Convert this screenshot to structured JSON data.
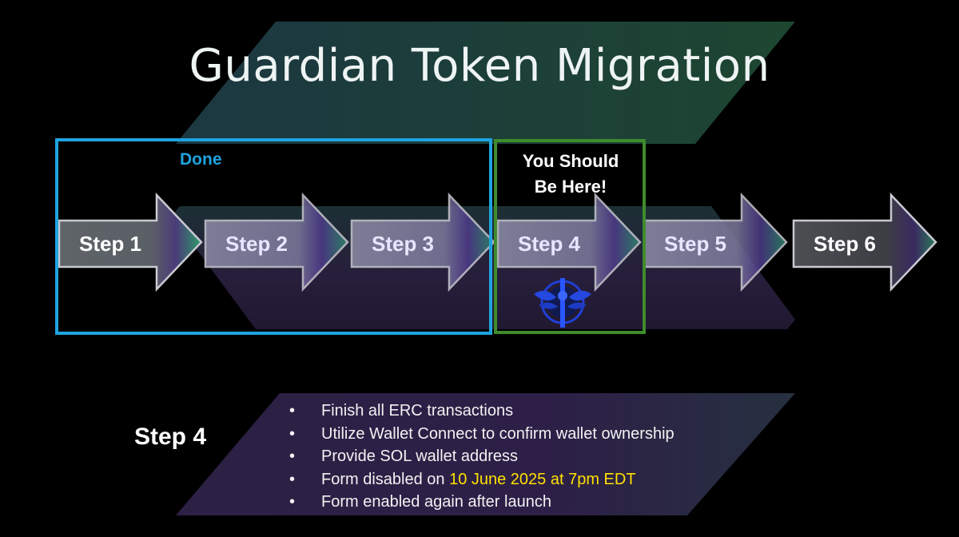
{
  "title": "Guardian Token Migration",
  "done_label": "Done",
  "here_label_line1": "You Should",
  "here_label_line2": "Be Here!",
  "steps": [
    {
      "label": "Step 1",
      "status": "done"
    },
    {
      "label": "Step 2",
      "status": "done"
    },
    {
      "label": "Step 3",
      "status": "done"
    },
    {
      "label": "Step 4",
      "status": "current"
    },
    {
      "label": "Step 5",
      "status": "pending"
    },
    {
      "label": "Step 6",
      "status": "pending"
    }
  ],
  "current_step": {
    "label": "Step 4",
    "bullets": [
      {
        "text": "Finish all ERC transactions"
      },
      {
        "text": "Utilize Wallet Connect  to confirm wallet ownership"
      },
      {
        "text": "Provide SOL wallet address"
      },
      {
        "text": "Form disabled on ",
        "highlight": "10 June 2025 at 7pm EDT"
      },
      {
        "text": "Form enabled again after launch"
      }
    ]
  },
  "bullet_glyph": "•",
  "colors": {
    "done_frame": "#1fa3e0",
    "current_frame": "#3f8c2c",
    "highlight": "#ffe000",
    "logo": "#1f3fd6"
  },
  "logo_icon": "guardian-logo-icon"
}
